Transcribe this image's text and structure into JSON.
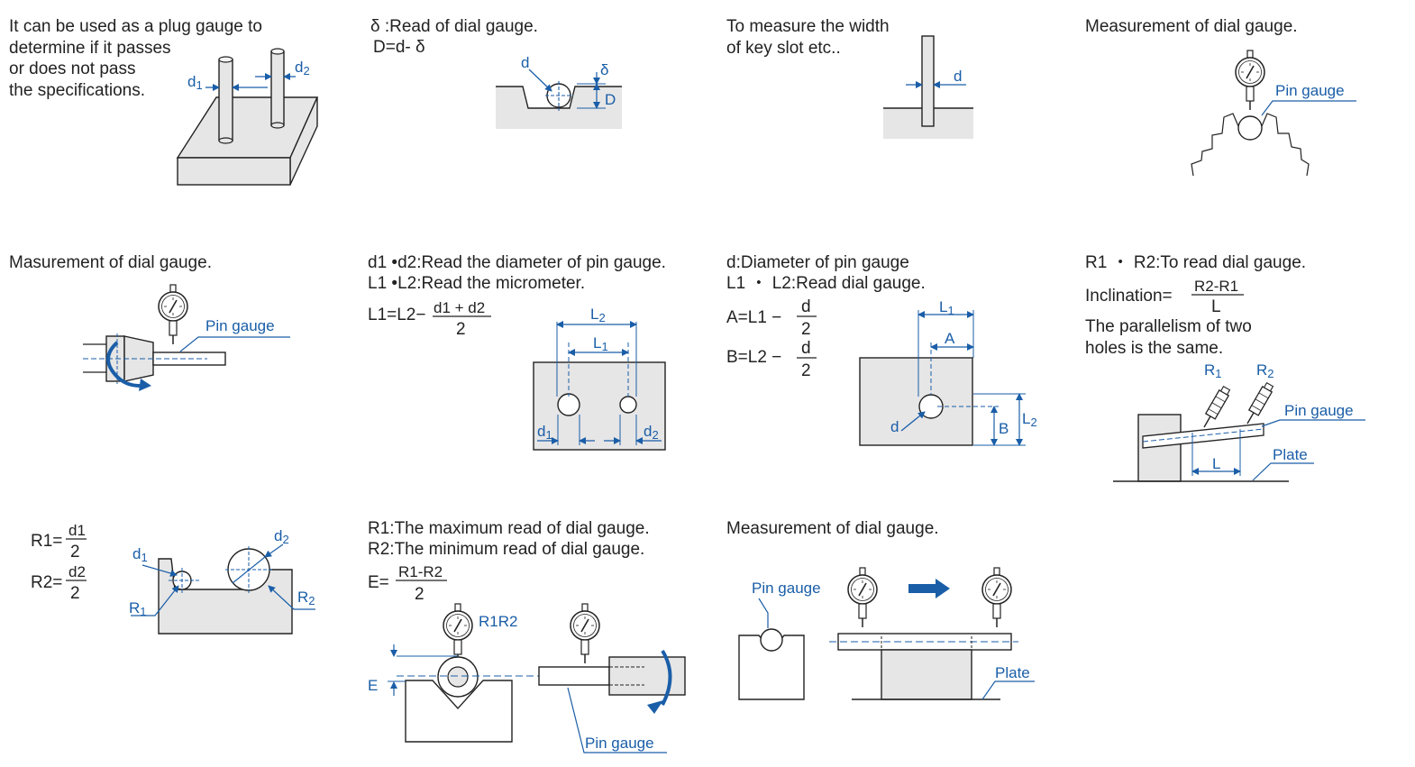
{
  "colors": {
    "accent": "#1a5ea8",
    "fill": "#e6e6e6",
    "line": "#222222"
  },
  "panel1": {
    "text": "It can be used as a plug gauge to\ndetermine if it passes\nor does not pass\nthe specifications.",
    "d1": "d",
    "d1_sub": "1",
    "d2": "d",
    "d2_sub": "2"
  },
  "panel2": {
    "line1": "δ :Read of dial gauge.",
    "line2": "D=d- δ",
    "d": "d",
    "delta": "δ",
    "D": "D"
  },
  "panel3": {
    "text": "To measure the width\nof key slot etc..",
    "d": "d"
  },
  "panel4": {
    "text": "Measurement of dial gauge.",
    "pin": "Pin gauge"
  },
  "panel5": {
    "text": "Masurement of dial gauge.",
    "pin": "Pin gauge"
  },
  "panel6": {
    "line1": "d1 •d2:Read the diameter of pin gauge.",
    "line2": "L1 •L2:Read the micrometer.",
    "formula_left": "L1=L2−",
    "num": "d1 + d2",
    "den": "2",
    "L2": "L",
    "L2_sub": "2",
    "L1": "L",
    "L1_sub": "1",
    "d1": "d",
    "d1_sub": "1",
    "d2": "d",
    "d2_sub": "2"
  },
  "panel7": {
    "line1": "d:Diameter of pin gauge",
    "line2": "L1 ・ L2:Read dial gauge.",
    "fa": "A=L1 −",
    "fb": "B=L2 −",
    "num": "d",
    "den": "2",
    "L1": "L",
    "L1_sub": "1",
    "A": "A",
    "B": "B",
    "L2": "L",
    "L2_sub": "2",
    "d": "d"
  },
  "panel8": {
    "line1": "R1 ・ R2:To read dial gauge.",
    "incl": "Inclination=",
    "num": "R2-R1",
    "den": "L",
    "line3": "The parallelism of two\nholes is the same.",
    "R1": "R",
    "R1_sub": "1",
    "R2": "R",
    "R2_sub": "2",
    "pin": "Pin gauge",
    "plate": "Plate",
    "L": "L"
  },
  "panel9": {
    "r1": "R1=",
    "r2": "R2=",
    "n1": "d1",
    "n2": "d2",
    "den": "2",
    "d1": "d",
    "d1_sub": "1",
    "d2": "d",
    "d2_sub": "2",
    "R1": "R",
    "R1_sub": "1",
    "R2": "R",
    "R2_sub": "2"
  },
  "panel10": {
    "line1": "R1:The maximum read of dial gauge.",
    "line2": "R2:The minimum read of dial gauge.",
    "e": "E=",
    "num": "R1-R2",
    "den": "2",
    "r1r2": "R1R2",
    "E": "E",
    "pin": "Pin gauge"
  },
  "panel11": {
    "text": "Measurement of dial gauge.",
    "pin": "Pin gauge",
    "plate": "Plate"
  }
}
